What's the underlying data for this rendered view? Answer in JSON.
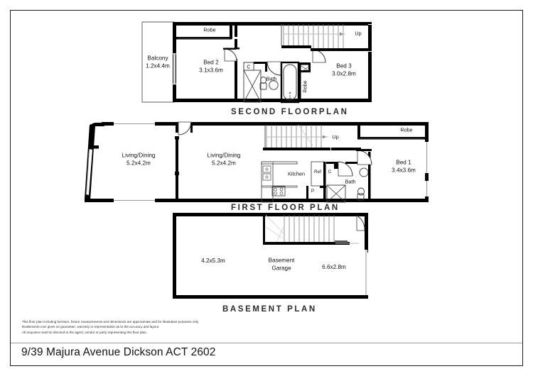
{
  "document": {
    "type": "real-estate-floor-plan",
    "address": "9/39 Majura Avenue Dickson ACT 2602",
    "disclaimer_lines": [
      "This floor plan including furniture, fixture measurements and dimensions are approximate and for illustrative purposes only.",
      "BoxBrownie.com gives no guarantee, warranty or representation as to the accuracy and layout.",
      "All enquiries must be directed to the agent, vendor or party representing this floor plan."
    ]
  },
  "colors": {
    "wall": "#000000",
    "thin_line": "#3a3a3a",
    "text": "#111111",
    "title": "#2b2b2b",
    "frame": "#1a1a1a",
    "divider": "#9a9a9a",
    "background": "#ffffff",
    "fixture": "#5a5a5a"
  },
  "plans": [
    {
      "id": "second-floor",
      "title": "SECOND FLOORPLAN",
      "rooms": [
        {
          "name": "balcony",
          "label": "Balcony",
          "dimension": "1.2x4.4m"
        },
        {
          "name": "bed-2",
          "label": "Bed 2",
          "dimension": "3.1x3.6m"
        },
        {
          "name": "bed-3",
          "label": "Bed 3",
          "dimension": "3.0x2.8m"
        },
        {
          "name": "bath",
          "label": "Bath",
          "dimension": ""
        },
        {
          "name": "robe-top",
          "label": "Robe",
          "dimension": ""
        },
        {
          "name": "robe-vertical",
          "label": "Robe",
          "dimension": ""
        },
        {
          "name": "closet-c",
          "label": "C",
          "dimension": ""
        },
        {
          "name": "stair-direction",
          "label": "Up",
          "dimension": ""
        }
      ]
    },
    {
      "id": "first-floor",
      "title": "FIRST FLOOR PLAN",
      "rooms": [
        {
          "name": "living-dining-west",
          "label": "Living/Dining",
          "dimension": "5.2x4.2m"
        },
        {
          "name": "living-dining-centre",
          "label": "Living/Dining",
          "dimension": "5.2x4.2m"
        },
        {
          "name": "kitchen",
          "label": "Kitchen",
          "dimension": ""
        },
        {
          "name": "refrigerator",
          "label": "Ref",
          "dimension": ""
        },
        {
          "name": "closet-c",
          "label": "C",
          "dimension": ""
        },
        {
          "name": "pantry",
          "label": "P",
          "dimension": ""
        },
        {
          "name": "bath",
          "label": "Bath",
          "dimension": ""
        },
        {
          "name": "bed-1",
          "label": "Bed 1",
          "dimension": "3.4x3.6m"
        },
        {
          "name": "robe",
          "label": "Robe",
          "dimension": ""
        },
        {
          "name": "stair-direction",
          "label": "Up",
          "dimension": ""
        }
      ]
    },
    {
      "id": "basement",
      "title": "BASEMENT PLAN",
      "rooms": [
        {
          "name": "garage-left-dimension",
          "label": "4.2x5.3m",
          "dimension": ""
        },
        {
          "name": "basement-garage",
          "label": "Basement",
          "dimension": "Garage"
        },
        {
          "name": "garage-right-dimension",
          "label": "6.6x2.8m",
          "dimension": ""
        }
      ]
    }
  ]
}
